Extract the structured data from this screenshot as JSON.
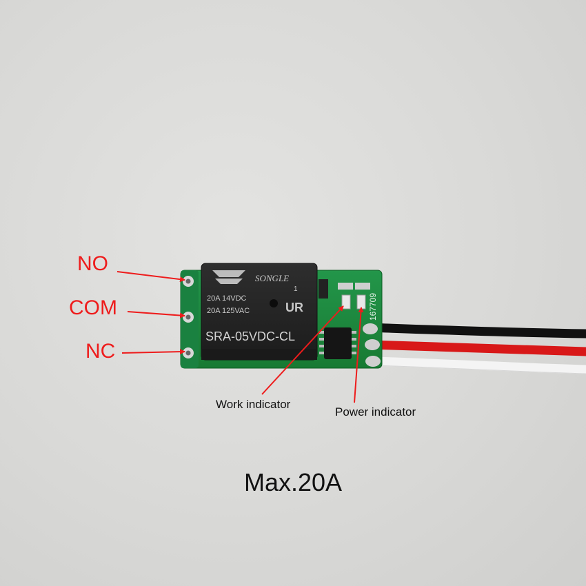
{
  "labels": {
    "no": "NO",
    "com": "COM",
    "nc": "NC",
    "work_indicator": "Work indicator",
    "power_indicator": "Power indicator",
    "caption": "Max.20A"
  },
  "relay": {
    "brand": "SONGLE",
    "rating_line1": "20A  14VDC",
    "rating_line2": "20A  125VAC",
    "model": "SRA-05VDC-CL",
    "cert_mark": "UR",
    "pin_mark": "1"
  },
  "board": {
    "code": "167709"
  },
  "colors": {
    "callout": "#ee1c1c",
    "pcb": "#1f8a3a",
    "relay_body": "#232323",
    "wire_black": "#111111",
    "wire_red": "#d81818",
    "wire_white": "#f4f4f4"
  }
}
